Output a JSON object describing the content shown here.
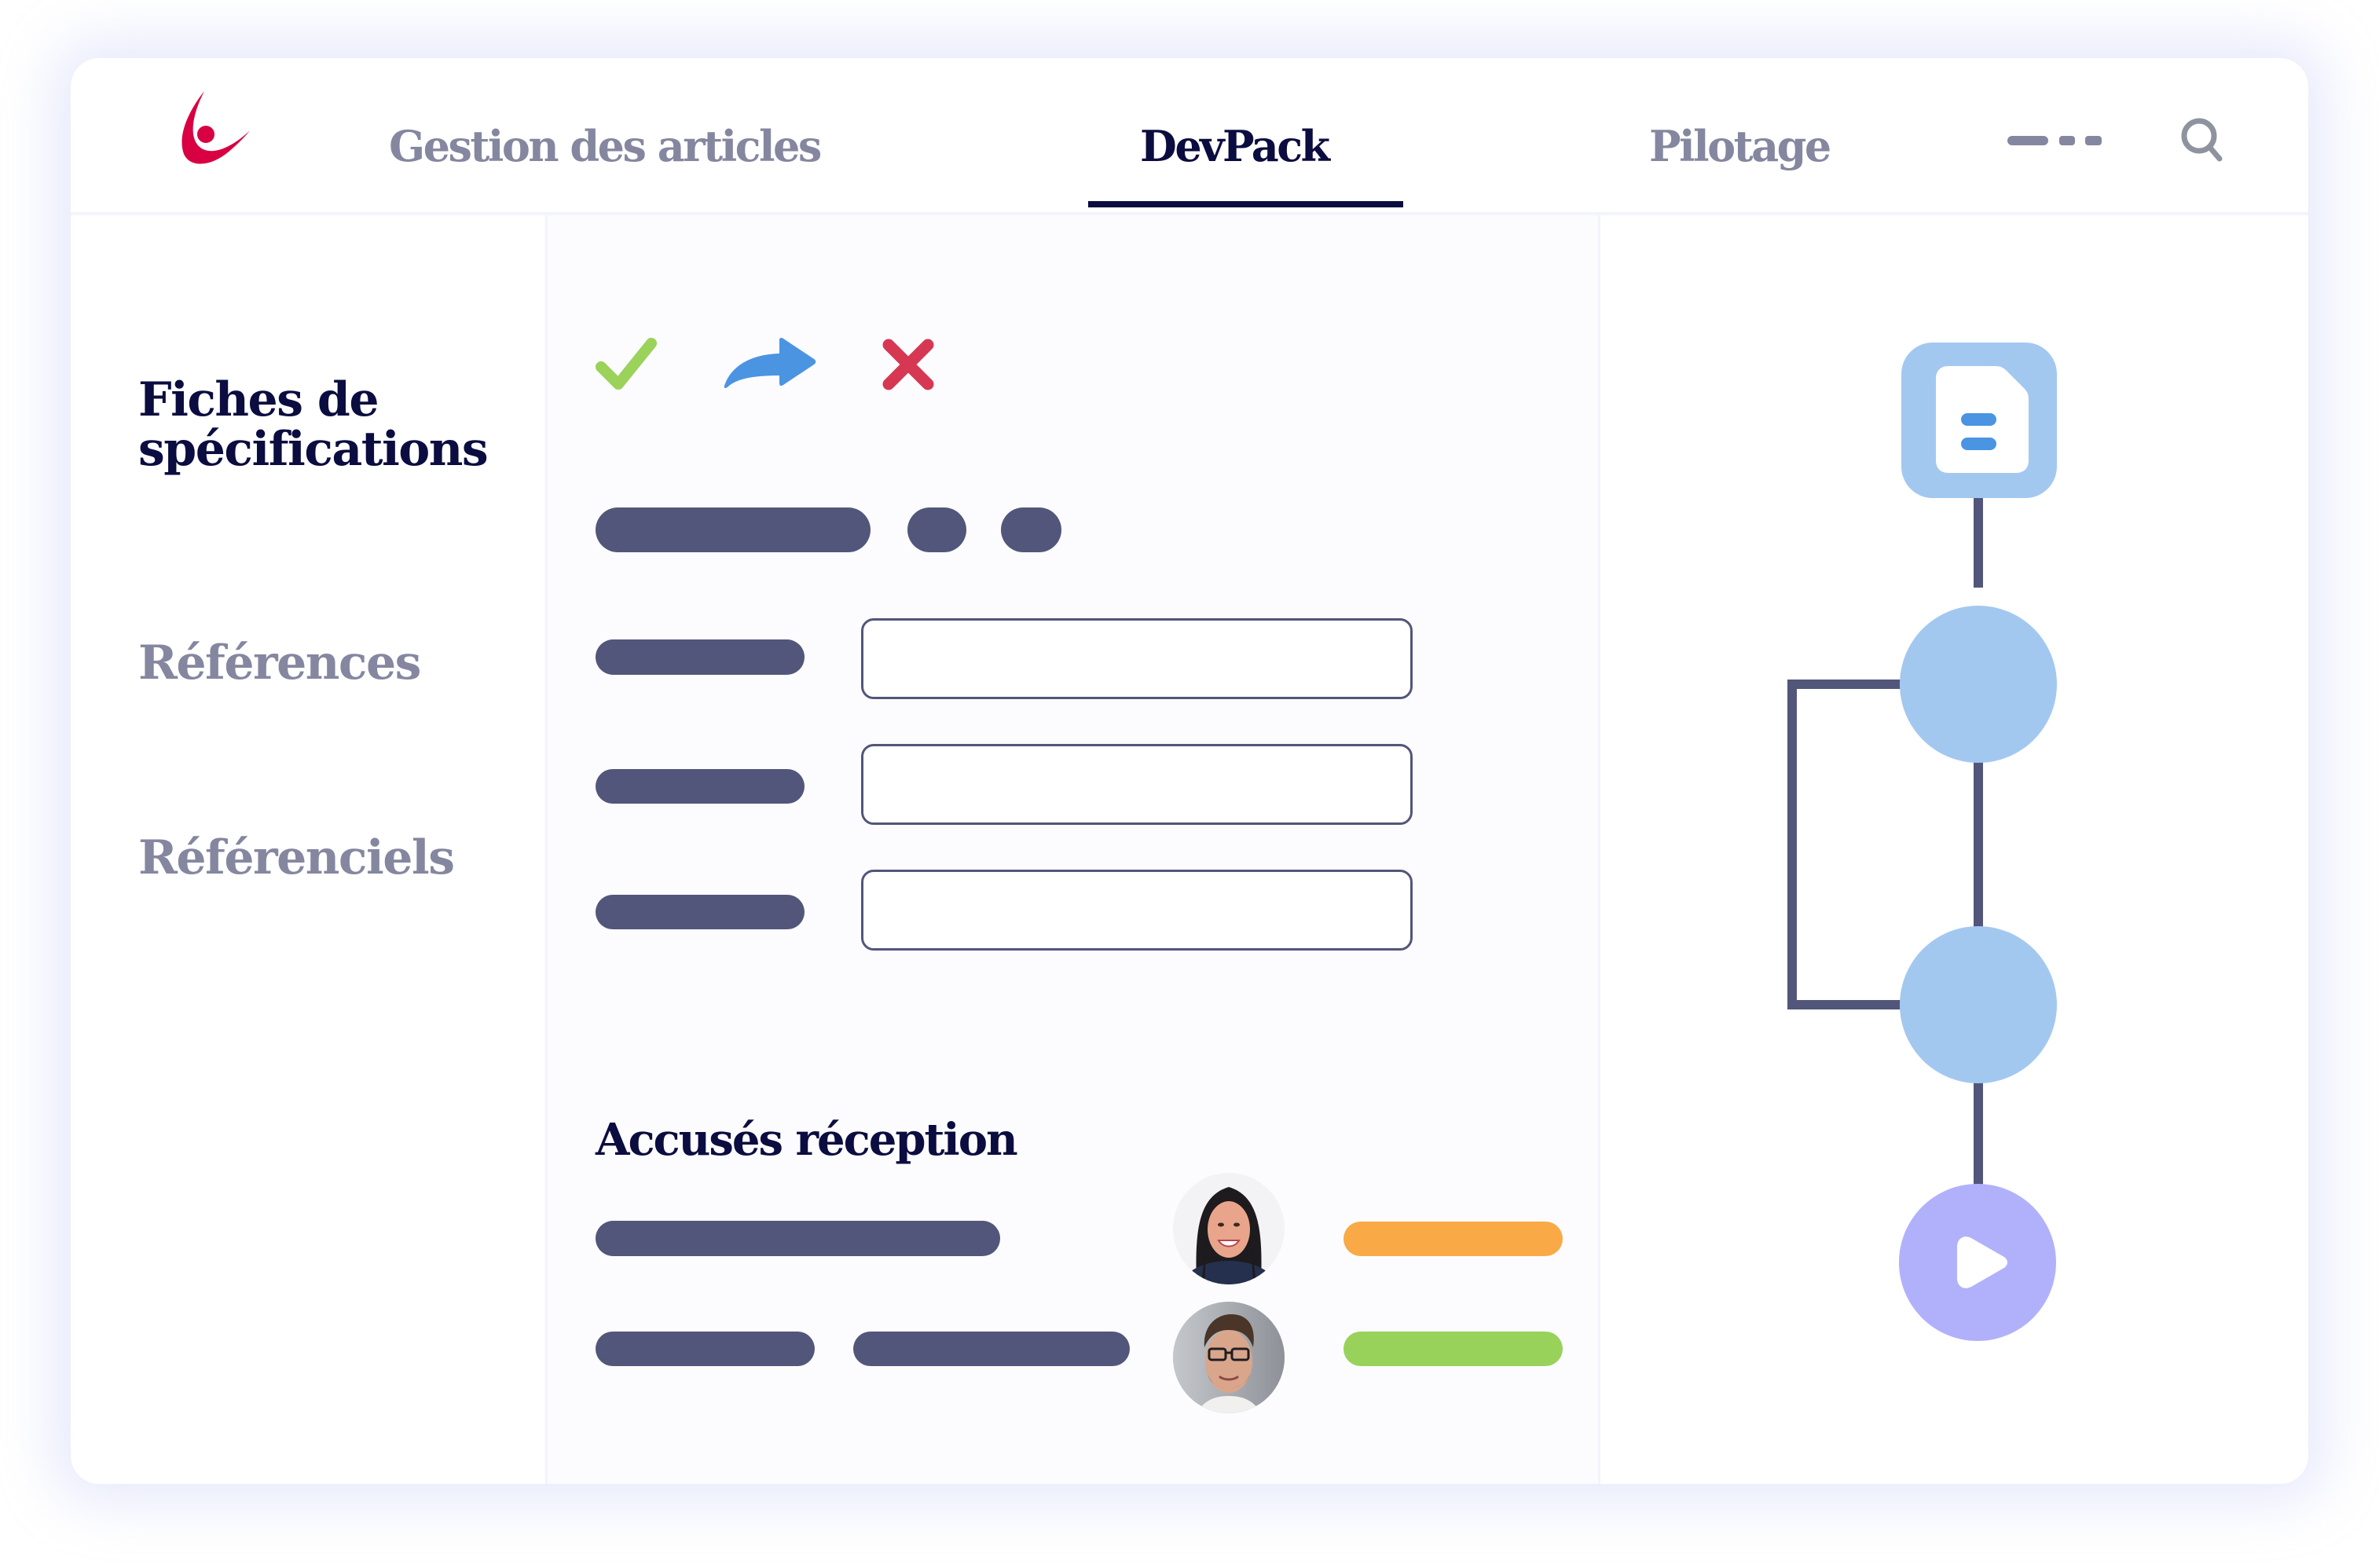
{
  "nav": {
    "logo": "brand-logo",
    "tabs": [
      {
        "label": "Gestion des articles",
        "active": false
      },
      {
        "label": "DevPack",
        "active": true
      },
      {
        "label": "Pilotage",
        "active": false
      }
    ],
    "more_icon": "more-dashes-icon",
    "search_icon": "search-icon"
  },
  "sidebar": {
    "title": "Fiches de spécifications",
    "items": [
      {
        "label": "Références"
      },
      {
        "label": "Référenciels"
      }
    ]
  },
  "main": {
    "actions": [
      {
        "icon": "check-icon",
        "color": "#9AD25A"
      },
      {
        "icon": "forward-arrow-icon",
        "color": "#4A94E2"
      },
      {
        "icon": "close-icon",
        "color": "#D63853"
      }
    ],
    "form_rows": [
      {
        "label": "",
        "value": ""
      },
      {
        "label": "",
        "value": ""
      },
      {
        "label": "",
        "value": ""
      }
    ],
    "acknowledgements": {
      "title": "Accusés réception",
      "rows": [
        {
          "avatar": "woman-avatar",
          "status_color": "#F9AA47"
        },
        {
          "avatar": "man-avatar",
          "status_color": "#98D25A"
        }
      ]
    }
  },
  "workflow": {
    "nodes": [
      {
        "type": "document",
        "color": "#A3C8F0"
      },
      {
        "type": "step",
        "color": "#A3C8F0"
      },
      {
        "type": "step",
        "color": "#A3C8F0"
      },
      {
        "type": "play",
        "color": "#B1B1FB"
      }
    ]
  },
  "colors": {
    "primary_text": "#0B0D40",
    "muted_text": "#8587A0",
    "placeholder_bar": "#52567A",
    "brand_red": "#D80042"
  }
}
